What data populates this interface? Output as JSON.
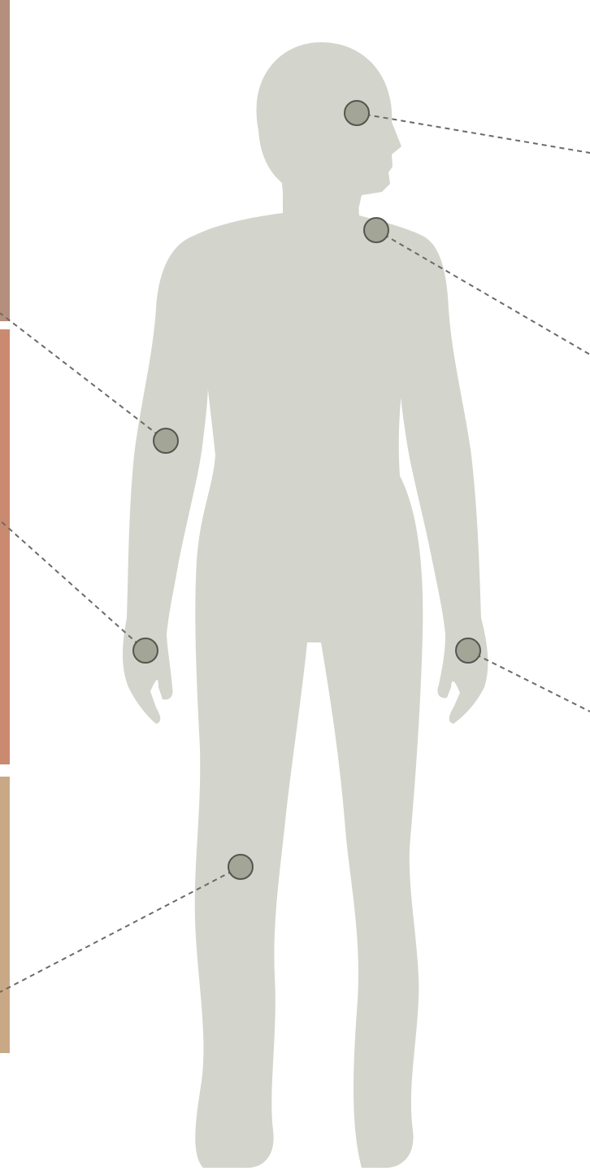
{
  "colors": {
    "background": "#ffffff",
    "silhouette": "#d3d4cc",
    "marker_fill": "#a3a597",
    "marker_stroke": "#55564f",
    "leader_line": "#6b6b66",
    "photo_strip_top": "#b58f7e",
    "photo_strip_middle": "#c98a6f",
    "photo_strip_bottom": "#c9a985"
  },
  "markers": [
    {
      "id": "eye",
      "leader_side": "right"
    },
    {
      "id": "shoulder",
      "leader_side": "right"
    },
    {
      "id": "elbow",
      "leader_side": "left"
    },
    {
      "id": "wrist-left",
      "leader_side": "left"
    },
    {
      "id": "wrist-right",
      "leader_side": "right"
    },
    {
      "id": "knee",
      "leader_side": "left"
    }
  ]
}
